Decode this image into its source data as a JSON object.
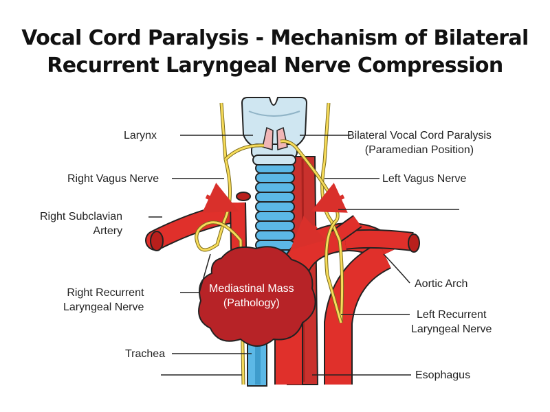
{
  "title": {
    "line1": "Vocal Cord Paralysis - Mechanism of Bilateral",
    "line2": "Recurrent Laryngeal Nerve Compression"
  },
  "labels": {
    "larynx": "Larynx",
    "vocal_cord_1": "Bilateral Vocal Cord Paralysis",
    "vocal_cord_2": "(Paramedian Position)",
    "right_vagus": "Right Vagus Nerve",
    "left_vagus": "Left Vagus Nerve",
    "right_subclavian_1": "Right Subclavian",
    "right_subclavian_2": "Artery",
    "aortic_arch": "Aortic Arch",
    "right_rln_1": "Right Recurrent",
    "right_rln_2": "Laryngeal Nerve",
    "left_rln_1": "Left Recurrent",
    "left_rln_2": "Laryngeal Nerve",
    "mass_1": "Mediastinal Mass",
    "mass_2": "(Pathology)",
    "trachea": "Trachea",
    "esophagus": "Esophagus"
  },
  "colors": {
    "artery": "#e0302b",
    "artery_dark": "#b81f1c",
    "mass": "#b72327",
    "nerve": "#f7dc5a",
    "trachea": "#5cb8e6",
    "cartilage": "#cfe6f1",
    "arrow": "#d9302b"
  }
}
